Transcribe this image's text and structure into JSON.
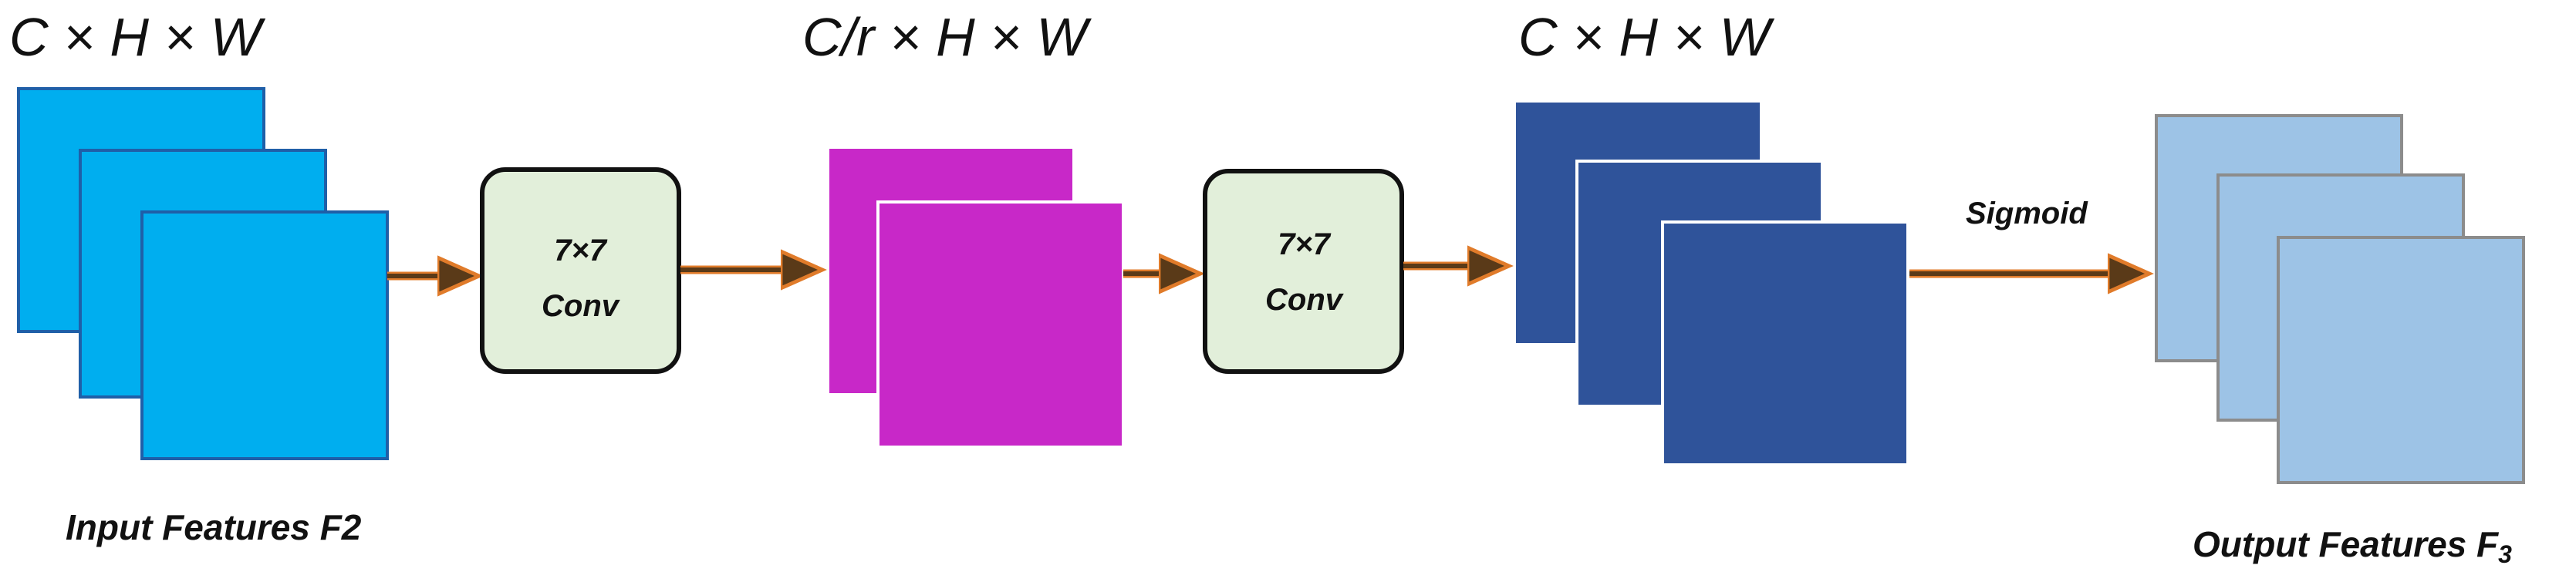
{
  "stages": {
    "input": {
      "dim_label": "C × H × W",
      "caption": "Input Features F2",
      "color": "#00AEEF",
      "stroke": "#1F5FA8"
    },
    "reduced": {
      "dim_label": "C/r × H × W",
      "color": "#C828C8"
    },
    "expanded": {
      "dim_label": "C × H × W",
      "color": "#2F539A"
    },
    "output": {
      "caption_main": "Output Features F",
      "caption_sub": "3",
      "color": "#9DC3E6",
      "stroke": "#8C8C8C"
    }
  },
  "conv1": {
    "line1": "7×7",
    "line2": "Conv",
    "fill": "#E2EFDA"
  },
  "conv2": {
    "line1": "7×7",
    "line2": "Conv",
    "fill": "#E2EFDA"
  },
  "activation": {
    "label": "Sigmoid"
  },
  "arrow_colors": {
    "core": "#5A3A18",
    "edge": "#E07B2A"
  }
}
